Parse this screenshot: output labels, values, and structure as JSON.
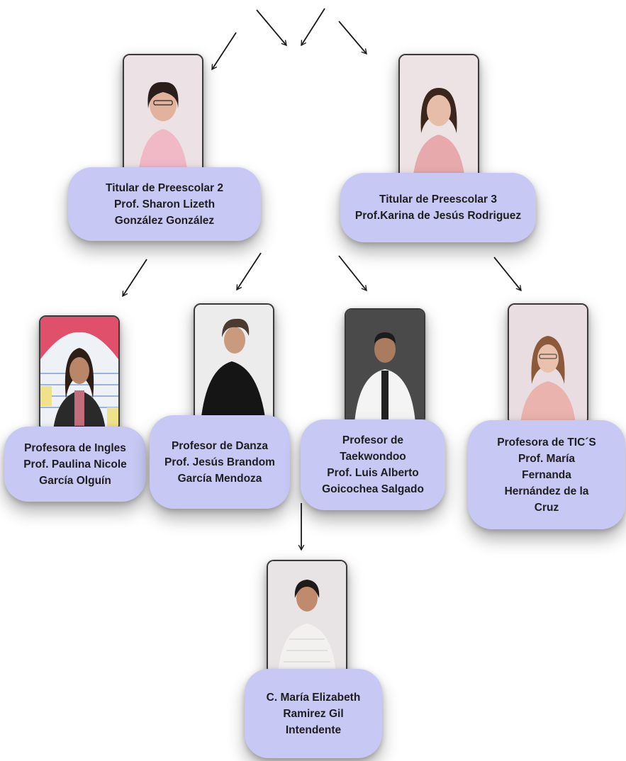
{
  "colors": {
    "card": "#c7c9f4",
    "text": "#1e1e1e",
    "arrow": "#1a1a1a",
    "photo_border": "#3a3a3a"
  },
  "members": [
    {
      "id": "preescolar-2",
      "lines": [
        "Titular de Preescolar 2",
        "Prof. Sharon Lizeth",
        "González González"
      ]
    },
    {
      "id": "preescolar-3",
      "lines": [
        "Titular de Preescolar 3",
        "Prof.Karina de Jesús Rodriguez"
      ]
    },
    {
      "id": "ingles",
      "lines": [
        "Profesora de Ingles",
        "Prof. Paulina Nicole",
        "García Olguín"
      ]
    },
    {
      "id": "danza",
      "lines": [
        "Profesor de Danza",
        "Prof. Jesús Brandom",
        "García Mendoza"
      ]
    },
    {
      "id": "taekwondoo",
      "lines": [
        "Profesor de",
        "Taekwondoo",
        "Prof. Luis Alberto",
        "Goicochea Salgado"
      ]
    },
    {
      "id": "tics",
      "lines": [
        "Profesora de TIC´S",
        "Prof. María",
        "Fernanda",
        "Hernández de la",
        "Cruz"
      ]
    },
    {
      "id": "intendente",
      "lines": [
        "C. María Elizabeth",
        "Ramirez Gil",
        "Intendente"
      ]
    }
  ]
}
